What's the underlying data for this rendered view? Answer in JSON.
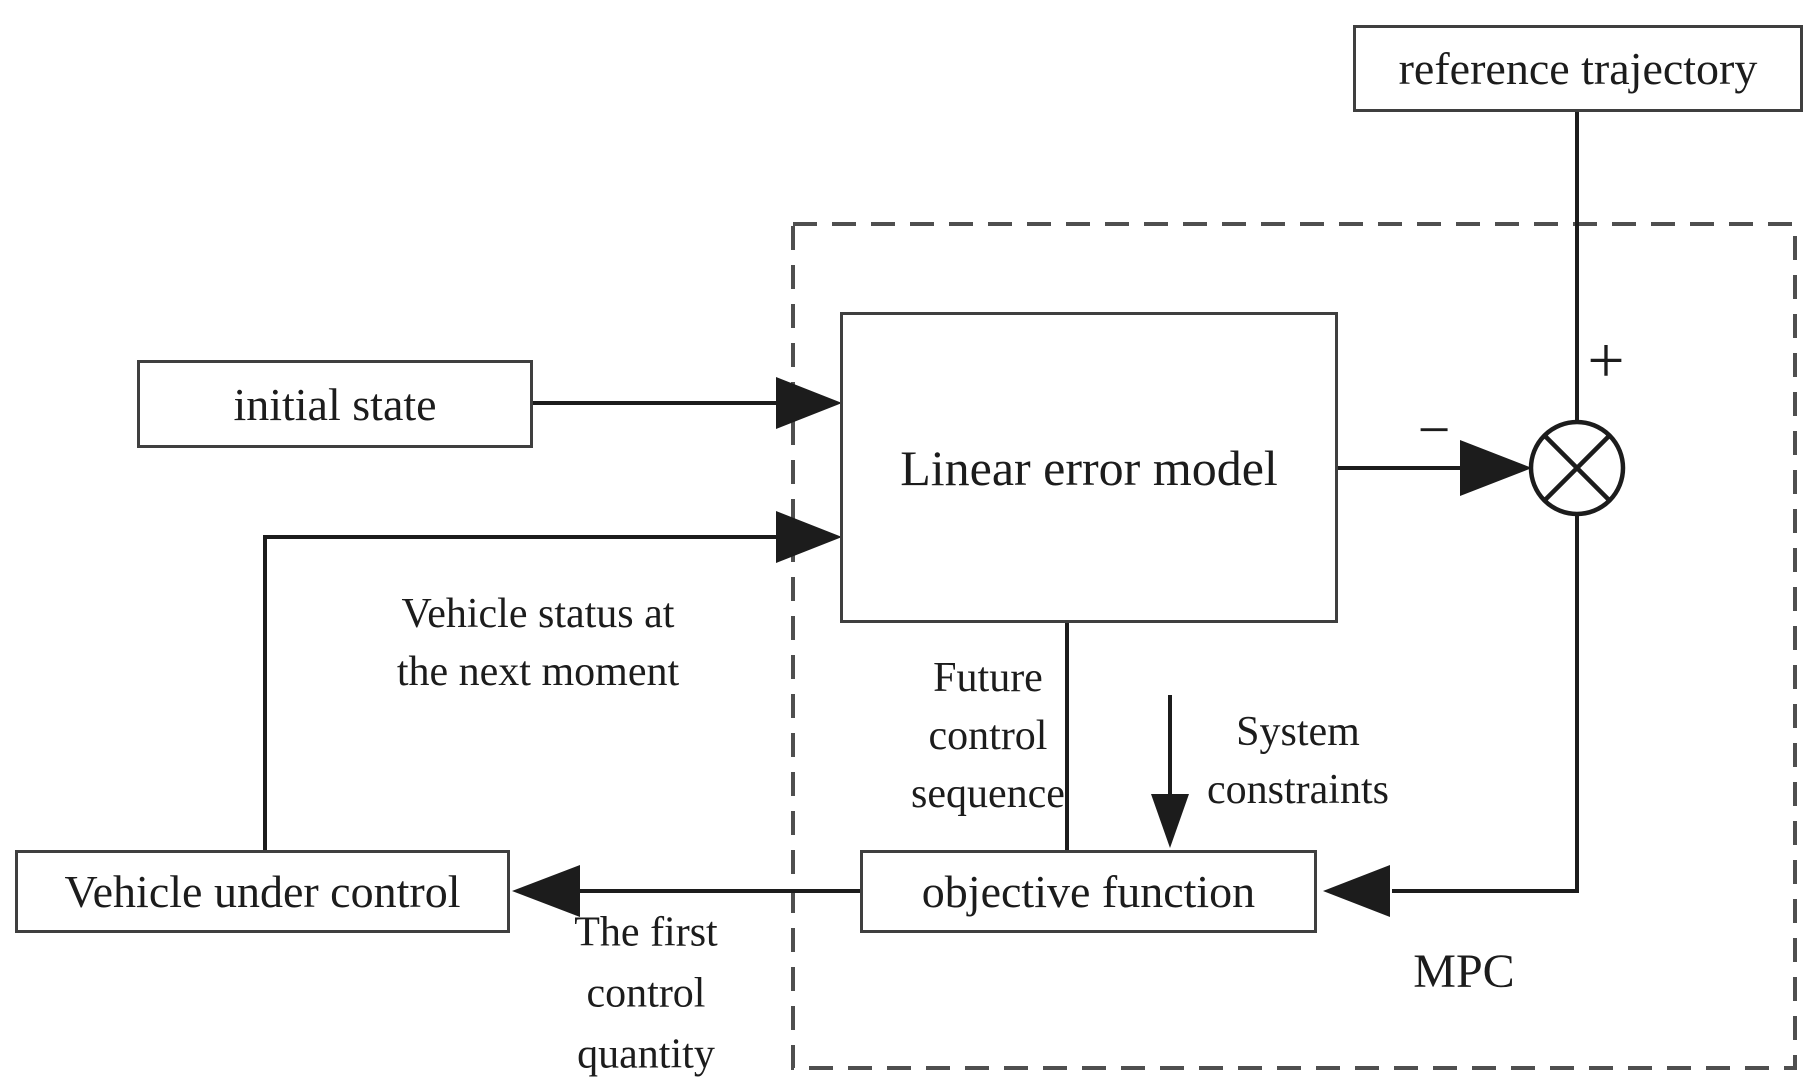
{
  "boxes": {
    "reference_trajectory": "reference trajectory",
    "initial_state": "initial state",
    "linear_error_model": "Linear error model",
    "objective_function": "objective function",
    "vehicle_under_control": "Vehicle under control"
  },
  "annotations": {
    "plus_sign": "+",
    "minus_sign": "−",
    "mpc_region": "MPC",
    "vehicle_status": [
      "Vehicle status at",
      "the next moment"
    ],
    "future_control": [
      "Future",
      "control",
      "sequence"
    ],
    "system_constraints": [
      "System",
      "constraints"
    ],
    "first_control": [
      "The first",
      "control",
      "quantity"
    ]
  },
  "colors": {
    "background": "#ffffff",
    "solid_line": "#1c1c1c",
    "box_border": "#3f3f3f",
    "dashed_border": "#4f4f4f",
    "text": "#1c1c1c"
  }
}
